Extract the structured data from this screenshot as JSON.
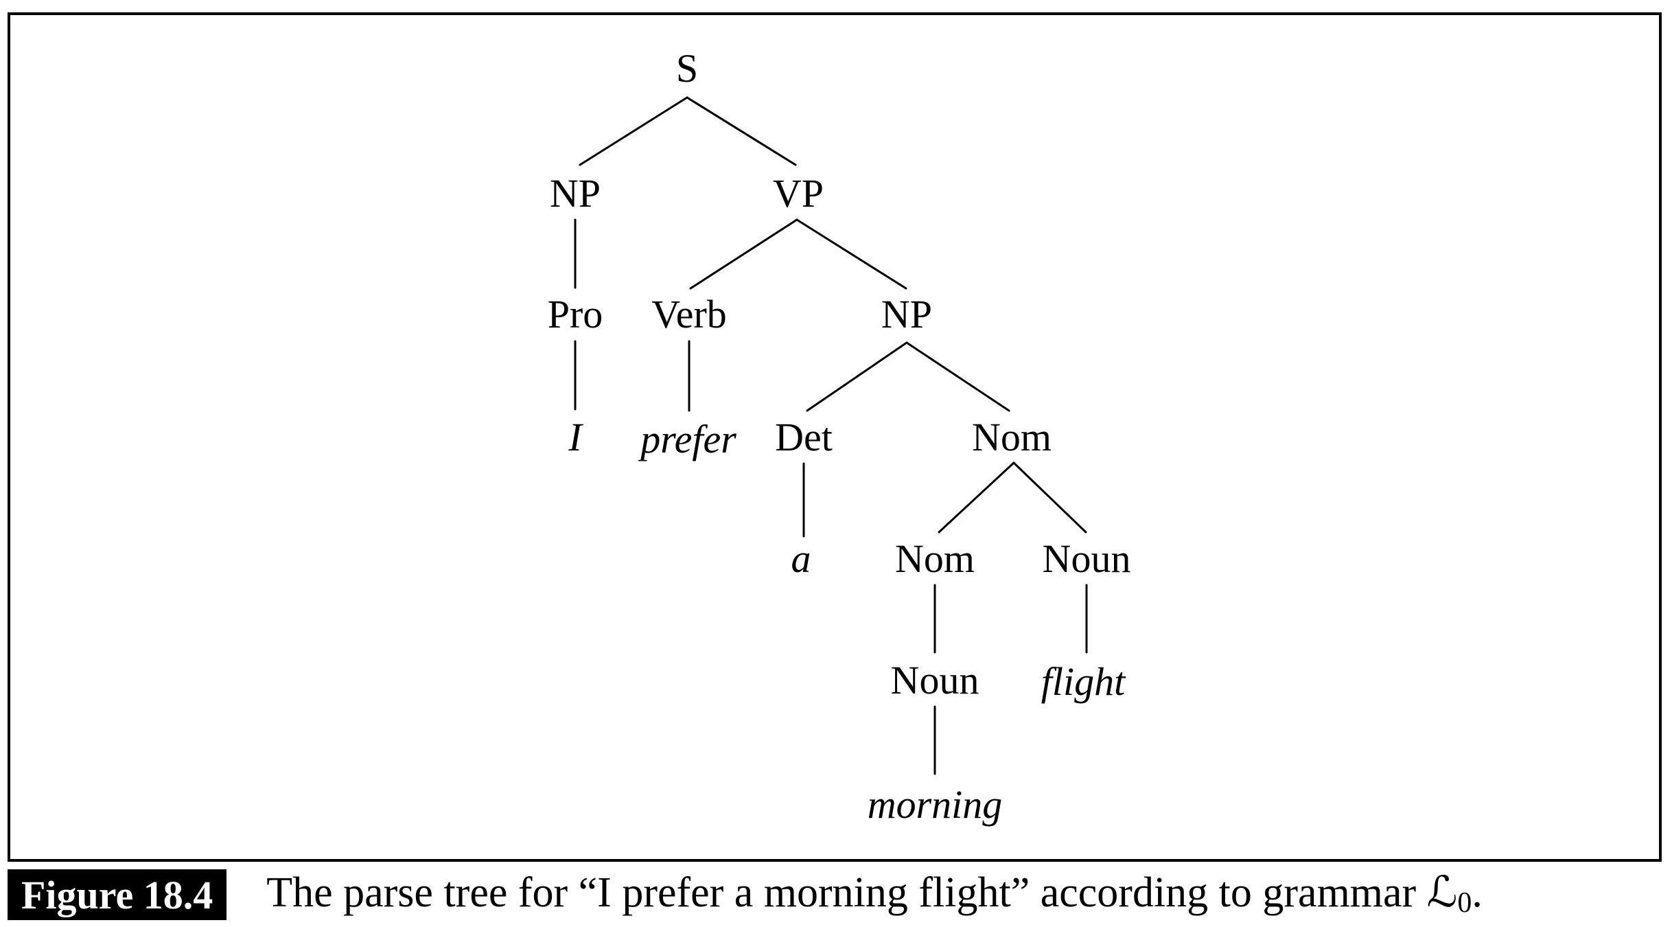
{
  "figure": {
    "label": "Figure 18.4",
    "caption_before": "The parse tree for “I prefer a morning flight” according to grammar ",
    "grammar_symbol": "ℒ",
    "grammar_subscript": "0",
    "caption_after": "."
  },
  "tree": {
    "sentence": "I prefer a morning flight",
    "nodes": [
      {
        "id": "s",
        "label": "S",
        "type": "phrase"
      },
      {
        "id": "np1",
        "label": "NP",
        "type": "phrase"
      },
      {
        "id": "vp",
        "label": "VP",
        "type": "phrase"
      },
      {
        "id": "pro",
        "label": "Pro",
        "type": "pos"
      },
      {
        "id": "verb",
        "label": "Verb",
        "type": "pos"
      },
      {
        "id": "np2",
        "label": "NP",
        "type": "phrase"
      },
      {
        "id": "i",
        "label": "I",
        "type": "word"
      },
      {
        "id": "prefer",
        "label": "prefer",
        "type": "word"
      },
      {
        "id": "det",
        "label": "Det",
        "type": "pos"
      },
      {
        "id": "nom1",
        "label": "Nom",
        "type": "phrase"
      },
      {
        "id": "a",
        "label": "a",
        "type": "word"
      },
      {
        "id": "nom2",
        "label": "Nom",
        "type": "phrase"
      },
      {
        "id": "noun1",
        "label": "Noun",
        "type": "pos"
      },
      {
        "id": "noun2",
        "label": "Noun",
        "type": "pos"
      },
      {
        "id": "flight",
        "label": "flight",
        "type": "word"
      },
      {
        "id": "morning",
        "label": "morning",
        "type": "word"
      }
    ],
    "edges": [
      [
        "s",
        "np1"
      ],
      [
        "s",
        "vp"
      ],
      [
        "np1",
        "pro"
      ],
      [
        "vp",
        "verb"
      ],
      [
        "vp",
        "np2"
      ],
      [
        "pro",
        "i"
      ],
      [
        "verb",
        "prefer"
      ],
      [
        "np2",
        "det"
      ],
      [
        "np2",
        "nom1"
      ],
      [
        "det",
        "a"
      ],
      [
        "nom1",
        "nom2"
      ],
      [
        "nom1",
        "noun1"
      ],
      [
        "nom2",
        "noun2"
      ],
      [
        "noun1",
        "flight"
      ],
      [
        "noun2",
        "morning"
      ]
    ]
  },
  "colors": {
    "ink": "#000000",
    "background": "#ffffff",
    "badge_background": "#000000",
    "badge_text": "#ffffff"
  }
}
